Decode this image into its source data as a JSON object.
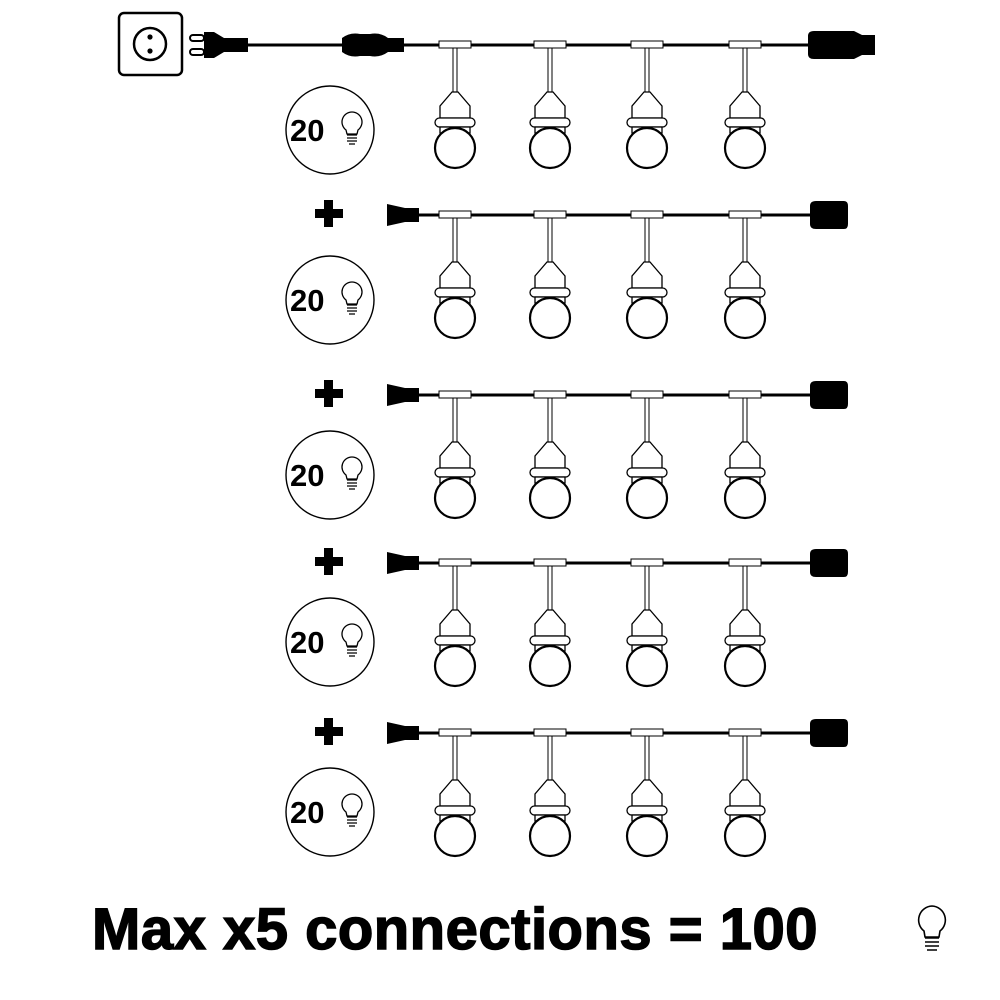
{
  "strands": [
    {
      "bulb_count": "20",
      "has_plug": true
    },
    {
      "bulb_count": "20",
      "has_plug": false
    },
    {
      "bulb_count": "20",
      "has_plug": false
    },
    {
      "bulb_count": "20",
      "has_plug": false
    },
    {
      "bulb_count": "20",
      "has_plug": false
    }
  ],
  "connector_symbol": "+",
  "footer": {
    "text": "Max x5 connections = 100"
  },
  "icons": [
    "wall-socket-icon",
    "plug-icon",
    "bulb-icon"
  ]
}
